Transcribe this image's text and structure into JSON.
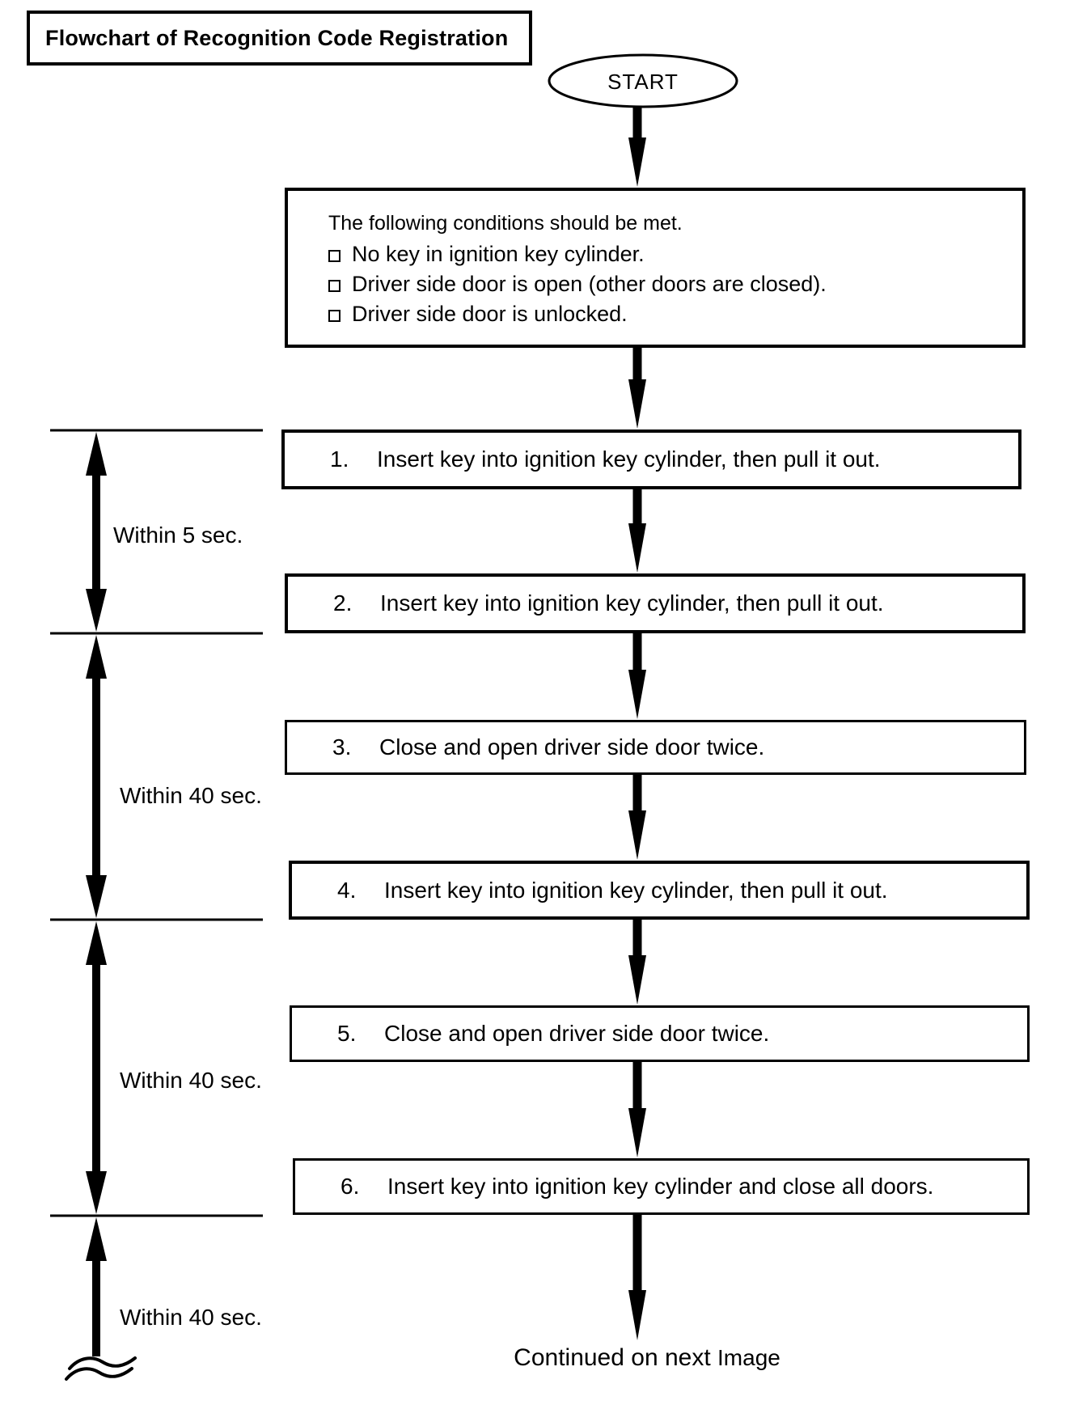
{
  "title": "Flowchart of Recognition Code Registration",
  "start": {
    "label": "START"
  },
  "conditions": {
    "intro": "The following conditions should be met.",
    "items": [
      "No key in ignition key cylinder.",
      "Driver side door is open (other doors are closed).",
      "Driver side door is unlocked."
    ]
  },
  "steps": [
    {
      "num": "1.",
      "text": "Insert key into ignition key cylinder, then pull it out."
    },
    {
      "num": "2.",
      "text": "Insert key into ignition key cylinder, then pull it out."
    },
    {
      "num": "3.",
      "text": "Close and open driver side door twice."
    },
    {
      "num": "4.",
      "text": "Insert key into ignition key cylinder, then pull it out."
    },
    {
      "num": "5.",
      "text": "Close and open driver side door twice."
    },
    {
      "num": "6.",
      "text": "Insert key into ignition key cylinder and close all doors."
    }
  ],
  "timings": [
    {
      "label": "Within 5 sec."
    },
    {
      "label": "Within 40 sec."
    },
    {
      "label": "Within 40 sec."
    },
    {
      "label": "Within 40 sec."
    }
  ],
  "footer": {
    "continued": "Continued on next",
    "page_ref": "Image"
  },
  "colors": {
    "ink": "#000000",
    "background": "#ffffff"
  }
}
